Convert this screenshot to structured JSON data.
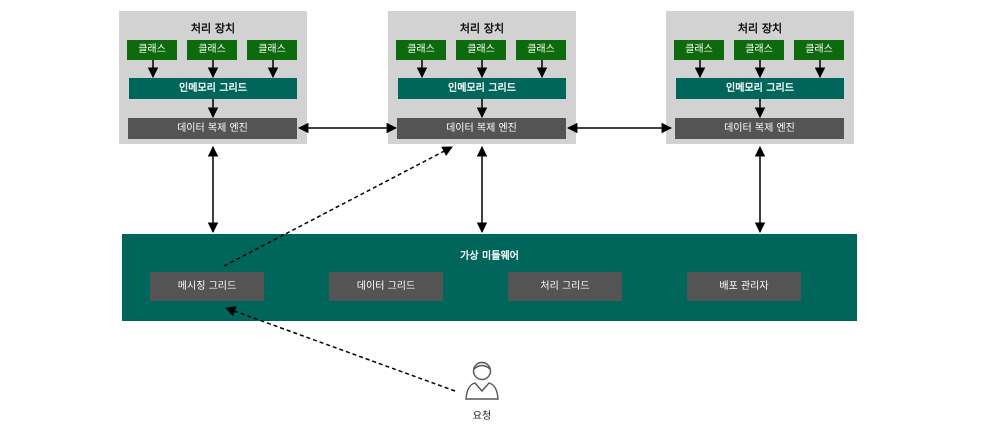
{
  "nodes": [
    {
      "title": "처리 장치",
      "classes": [
        "클래스",
        "클래스",
        "클래스"
      ],
      "grid": "인메모리 그리드",
      "engine": "데이터 복제 엔진"
    },
    {
      "title": "처리 장치",
      "classes": [
        "클래스",
        "클래스",
        "클래스"
      ],
      "grid": "인메모리 그리드",
      "engine": "데이터 복제 엔진"
    },
    {
      "title": "처리 장치",
      "classes": [
        "클래스",
        "클래스",
        "클래스"
      ],
      "grid": "인메모리 그리드",
      "engine": "데이터 복제 엔진"
    }
  ],
  "middleware": {
    "title": "가상 미들웨어",
    "items": [
      "메시징 그리드",
      "데이터 그리드",
      "처리 그리드",
      "배포 관리자"
    ]
  },
  "user": {
    "label": "요청",
    "icon": "user-icon"
  },
  "colors": {
    "node_bg": "#d2d2d2",
    "class_green": "#0d6b0d",
    "teal": "#00665c",
    "dark_gray": "#545454"
  }
}
